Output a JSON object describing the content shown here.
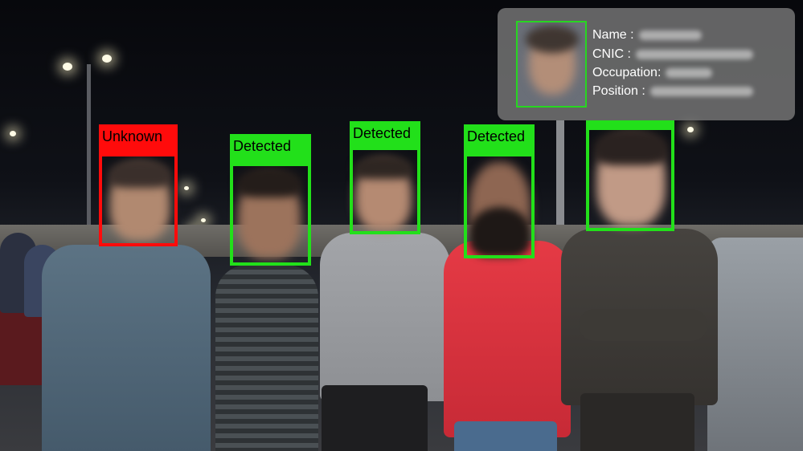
{
  "detections": [
    {
      "label": "Unknown",
      "status": "unknown",
      "color": "#ff0b0b"
    },
    {
      "label": "Detected",
      "status": "detected",
      "color": "#22e01a"
    },
    {
      "label": "Detected",
      "status": "detected",
      "color": "#22e01a"
    },
    {
      "label": "Detected",
      "status": "detected",
      "color": "#22e01a"
    },
    {
      "label": "",
      "status": "detected",
      "color": "#22e01a"
    }
  ],
  "info_panel": {
    "fields": [
      {
        "key": "Name :"
      },
      {
        "key": "CNIC :"
      },
      {
        "key": "Occupation:"
      },
      {
        "key": "Position :"
      }
    ]
  }
}
